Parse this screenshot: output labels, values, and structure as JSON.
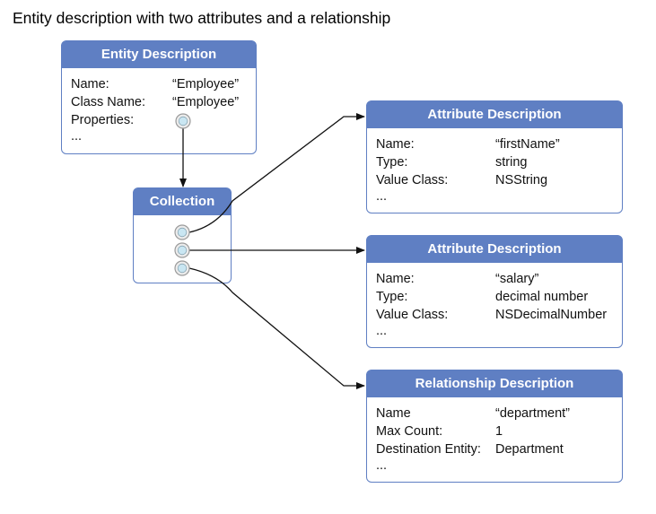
{
  "title": "Entity description with two attributes and a relationship",
  "entity": {
    "header": "Entity Description",
    "rows": [
      {
        "key": "Name:",
        "value": "“Employee”"
      },
      {
        "key": "Class Name:",
        "value": "“Employee”"
      },
      {
        "key": "Properties:",
        "value": ""
      }
    ],
    "ellipsis": "..."
  },
  "collection": {
    "header": "Collection"
  },
  "attribute1": {
    "header": "Attribute Description",
    "rows": [
      {
        "key": "Name:",
        "value": "“firstName”"
      },
      {
        "key": "Type:",
        "value": "string"
      },
      {
        "key": "Value Class:",
        "value": "NSString"
      }
    ],
    "ellipsis": "..."
  },
  "attribute2": {
    "header": "Attribute Description",
    "rows": [
      {
        "key": "Name:",
        "value": "“salary”"
      },
      {
        "key": "Type:",
        "value": "decimal number"
      },
      {
        "key": "Value Class:",
        "value": "NSDecimalNumber"
      }
    ],
    "ellipsis": "..."
  },
  "relationship": {
    "header": "Relationship Description",
    "rows": [
      {
        "key": "Name",
        "value": "“department”"
      },
      {
        "key": "Max Count:",
        "value": "1"
      },
      {
        "key": "Destination Entity:",
        "value": "Department"
      }
    ],
    "ellipsis": "..."
  },
  "colors": {
    "header": "#5f7fc3",
    "connector_fill": "#c9e6f2",
    "connector_ring": "#a9a9a9",
    "line": "#111111"
  }
}
